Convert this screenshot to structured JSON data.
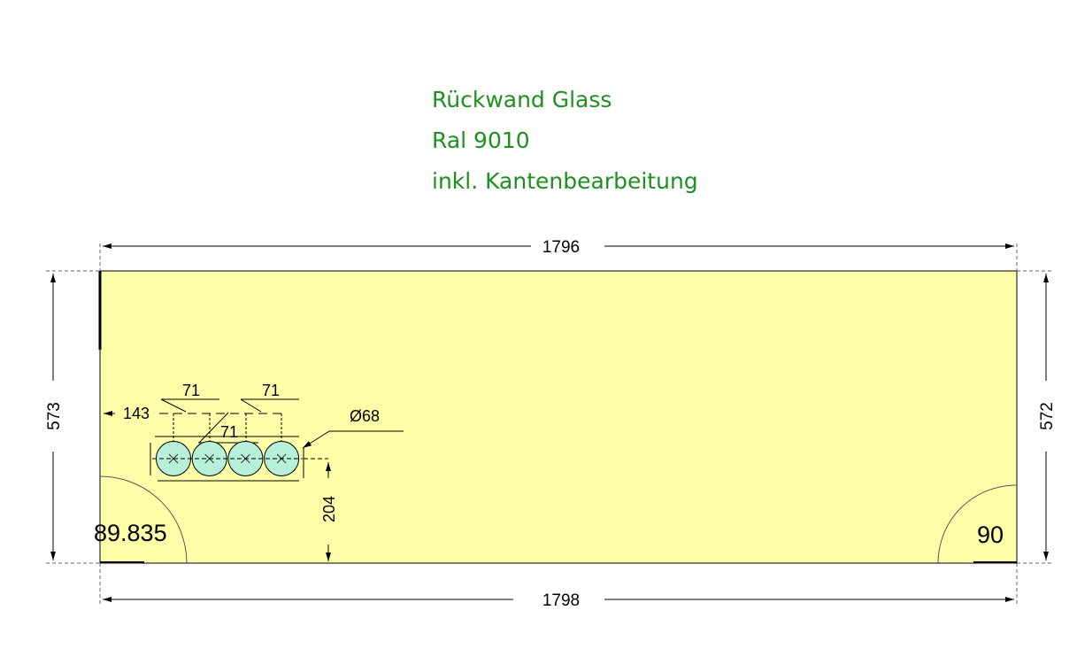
{
  "title_lines": [
    "Rückwand Glass",
    "Ral 9010",
    "inkl. Kantenbearbeitung"
  ],
  "dimensions": {
    "top_width": "1796",
    "bottom_width": "1798",
    "left_height": "573",
    "right_height": "572",
    "hole_offset_left": "143",
    "hole_spacing_1": "71",
    "hole_spacing_2": "71",
    "hole_spacing_3": "71",
    "hole_diameter": "Ø68",
    "hole_height": "204",
    "angle_left": "89.835",
    "angle_right": "90"
  },
  "holes_count": 4,
  "colors": {
    "panel": "#ffffaa",
    "hole": "#b6f0d8",
    "title": "#1f8f1f"
  }
}
